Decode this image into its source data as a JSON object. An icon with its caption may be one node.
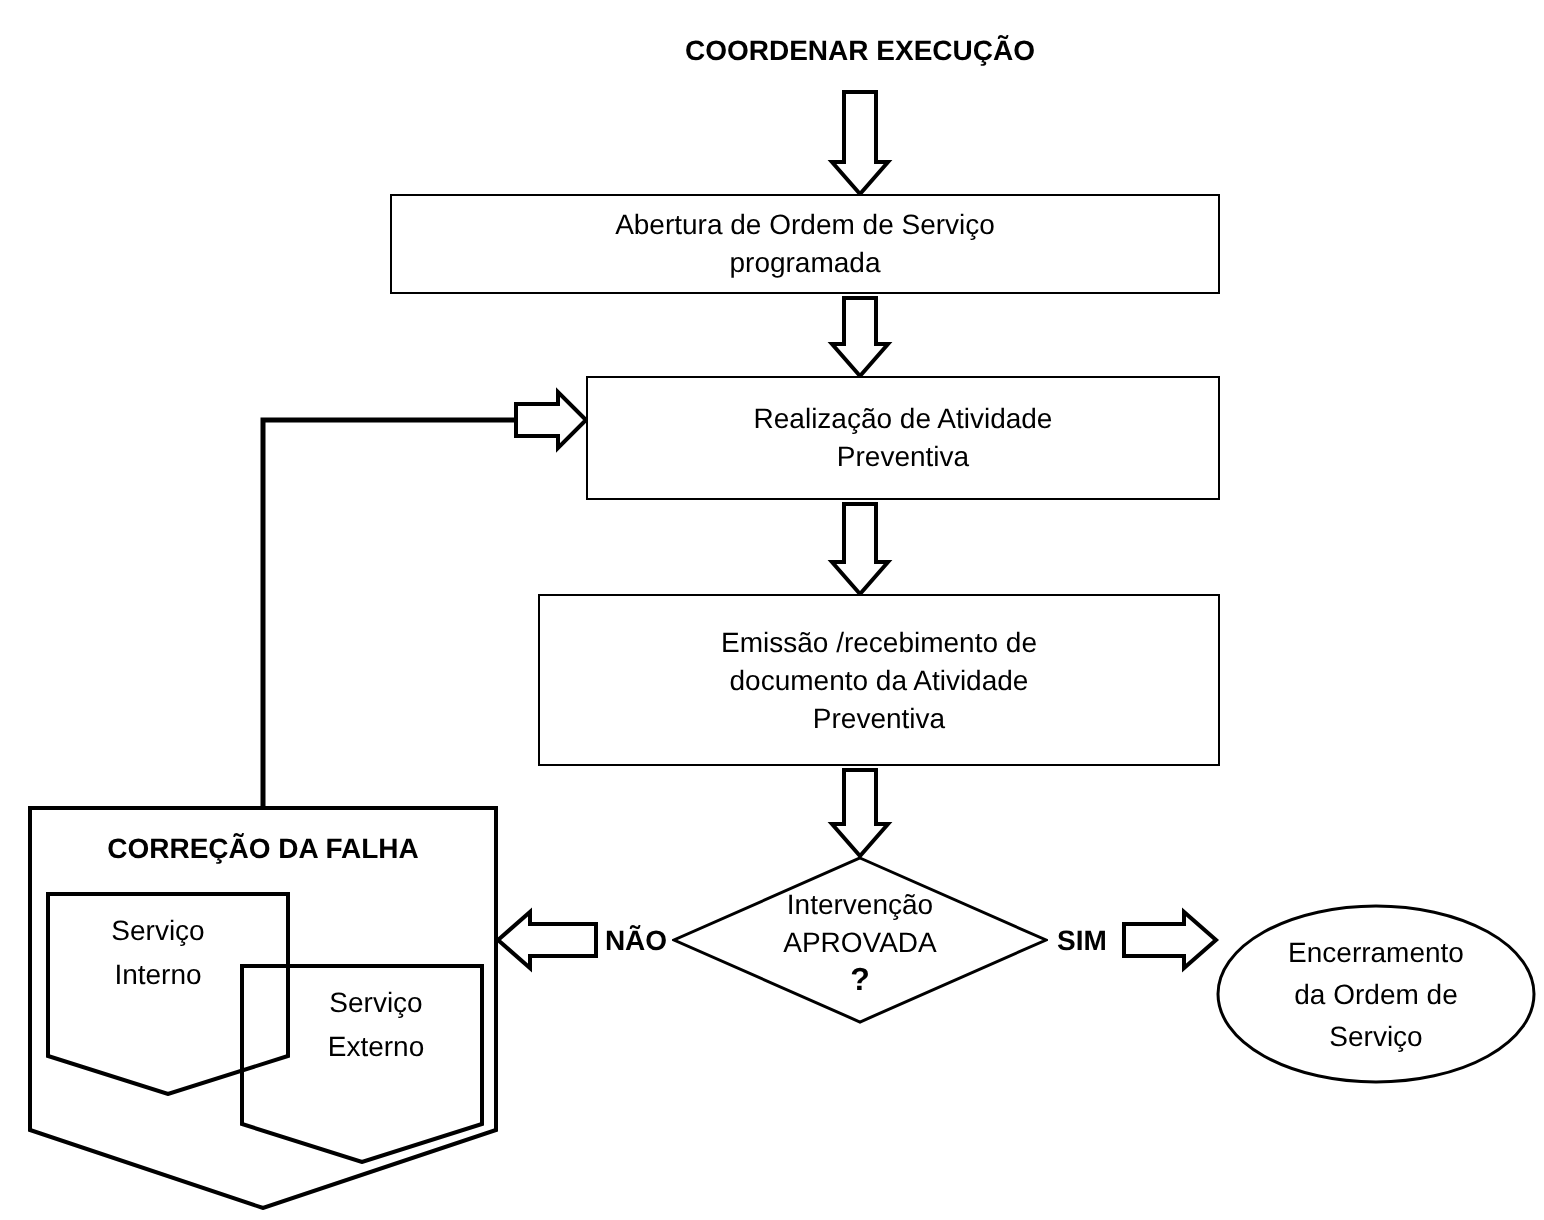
{
  "diagram": {
    "nodes": [
      {
        "text": [
          "COORDENAR EXECUÇÃO"
        ]
      },
      {
        "text": [
          "Abertura de Ordem de Serviço programada"
        ]
      },
      {
        "text": [
          "Realização de Atividade Preventiva"
        ]
      },
      {
        "text": [
          "Emissão /recebimento de documento da Atividade Preventiva"
        ]
      },
      {
        "text": [
          "Intervenção APROVADA",
          "?"
        ]
      },
      {
        "text": [
          "Encerramento da Ordem de Serviço"
        ]
      },
      {
        "text": [
          "CORREÇÃO DA FALHA"
        ]
      },
      {
        "text": [
          "Serviço Interno"
        ],
        "in": 6
      },
      {
        "text": [
          "Serviço Externo"
        ],
        "in": 6
      }
    ],
    "edges": [
      {
        "from": 0,
        "to": 1,
        "arrow": "to"
      },
      {
        "from": 1,
        "to": 2,
        "arrow": "to"
      },
      {
        "from": 2,
        "to": 3,
        "arrow": "to"
      },
      {
        "from": 3,
        "to": 4,
        "arrow": "to"
      },
      {
        "from": 4,
        "to": 6,
        "arrow": "to",
        "label": "NÃO"
      },
      {
        "from": 4,
        "to": 5,
        "arrow": "to",
        "label": "SIM"
      },
      {
        "from": 6,
        "to": 2,
        "arrow": "to"
      }
    ]
  }
}
